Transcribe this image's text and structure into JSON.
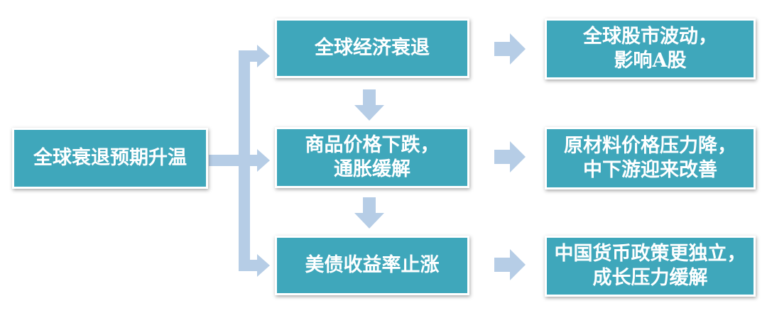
{
  "nodes": {
    "root": "全球衰退预期升温",
    "level1": [
      "全球经济衰退",
      "商品价格下跌，\n通胀缓解",
      "美债收益率止涨"
    ],
    "level2": [
      "全球股市波动，\n影响A股",
      "原材料价格压力降，\n中下游迎来改善",
      "中国货币政策更独立，\n成长压力缓解"
    ]
  },
  "colors": {
    "box_fill": "#3fa7bb",
    "arrow": "#b6cde6"
  }
}
